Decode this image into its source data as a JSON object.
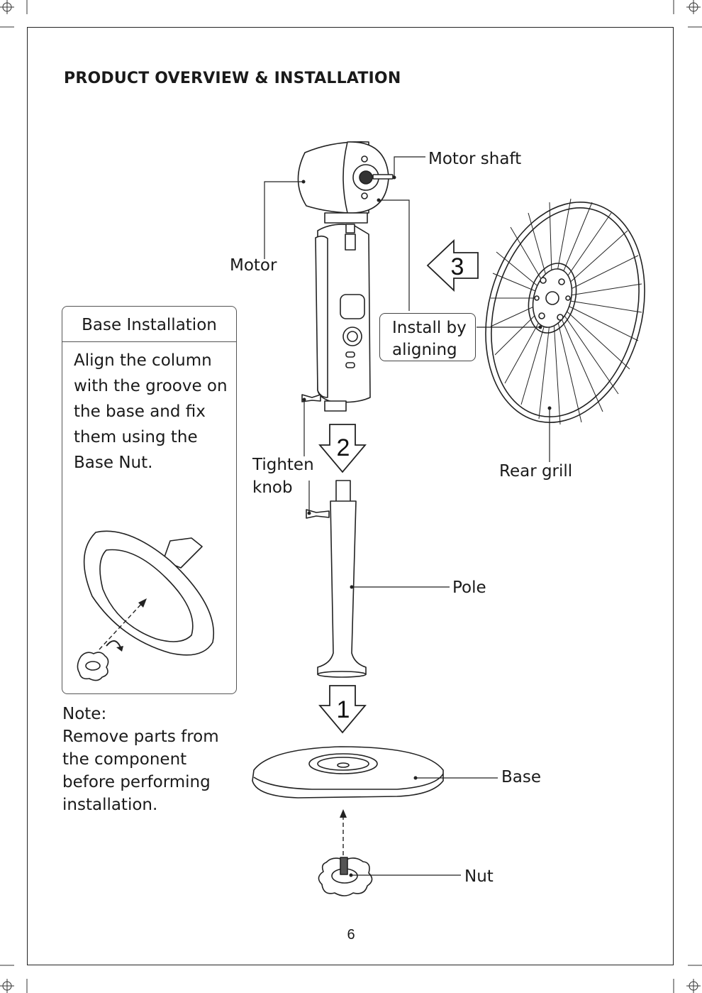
{
  "page": {
    "title": "PRODUCT OVERVIEW & INSTALLATION",
    "page_number": "6"
  },
  "labels": {
    "motor_shaft": "Motor shaft",
    "motor": "Motor",
    "install_line1": "Install by",
    "install_line2": "aligning",
    "rear_grill": "Rear grill",
    "tighten_line1": "Tighten",
    "tighten_line2": "knob",
    "pole": "Pole",
    "base": "Base",
    "nut": "Nut"
  },
  "steps": [
    "1",
    "2",
    "3"
  ],
  "base_installation": {
    "heading": "Base Installation",
    "lines": [
      "Align the column",
      "with the groove on",
      "the base and fix",
      "them using the",
      "Base Nut."
    ]
  },
  "note": {
    "heading": "Note:",
    "lines": [
      "Remove parts from",
      "the component",
      "before performing",
      "installation."
    ]
  }
}
